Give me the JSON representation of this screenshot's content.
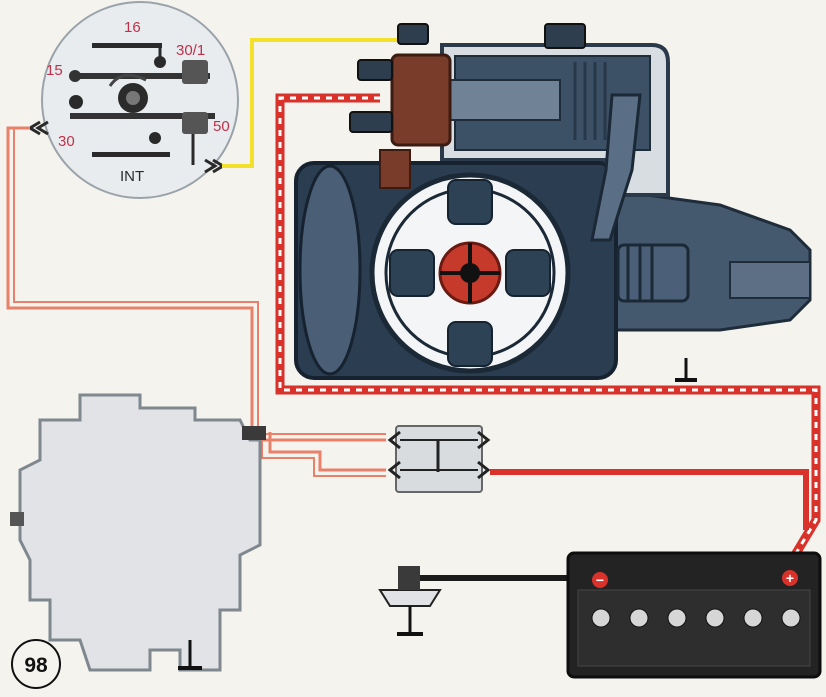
{
  "figure": {
    "number": "98"
  },
  "ignition_switch": {
    "terminals": [
      "16",
      "30/1",
      "15",
      "30",
      "50",
      "INT"
    ]
  },
  "battery": {
    "negative_symbol": "−",
    "positive_symbol": "+"
  },
  "colors": {
    "wire_yellow": "#f2e02a",
    "wire_red": "#d8322a",
    "wire_pink": "#e9806a",
    "wire_black": "#1b1b1b",
    "starter_body": "#3a4f66",
    "starter_dark": "#1f2c3a",
    "solenoid_cap": "#7a3c2a",
    "alternator": "#e1e3e6",
    "battery": "#232323",
    "label_red": "#c0304a"
  }
}
